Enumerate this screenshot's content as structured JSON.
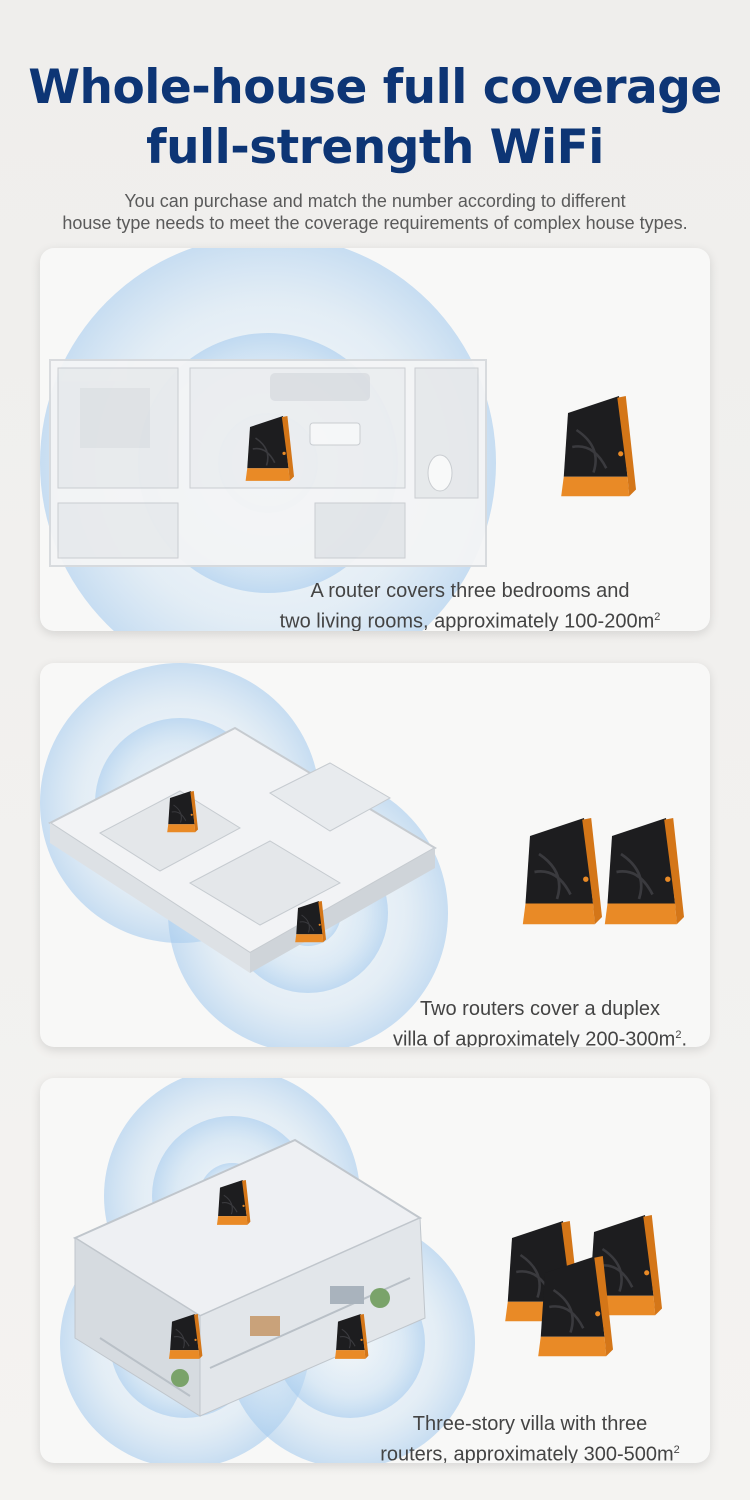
{
  "header": {
    "title_line1": "Whole-house full coverage",
    "title_line2": "full-strength WiFi",
    "subtitle_line1": "You can purchase and match the number according to different",
    "subtitle_line2": "house type needs to meet the coverage requirements of complex house types."
  },
  "scenarios": [
    {
      "caption_line1": "A router covers three bedrooms and",
      "caption_line2": "two living rooms, approximately 100-200m",
      "unit_sup": "2",
      "trail": "",
      "router_count": 1
    },
    {
      "caption_line1": "Two routers cover a duplex",
      "caption_line2": "villa of approximately 200-300m",
      "unit_sup": "2",
      "trail": ".",
      "router_count": 2
    },
    {
      "caption_line1": "Three-story villa with three",
      "caption_line2": "routers, approximately 300-500m",
      "unit_sup": "2",
      "trail": "",
      "router_count": 3
    }
  ],
  "colors": {
    "title": "#0d3575",
    "router_body": "#1d1d1f",
    "router_base": "#e98a26",
    "wave": "#bcd9f2"
  }
}
